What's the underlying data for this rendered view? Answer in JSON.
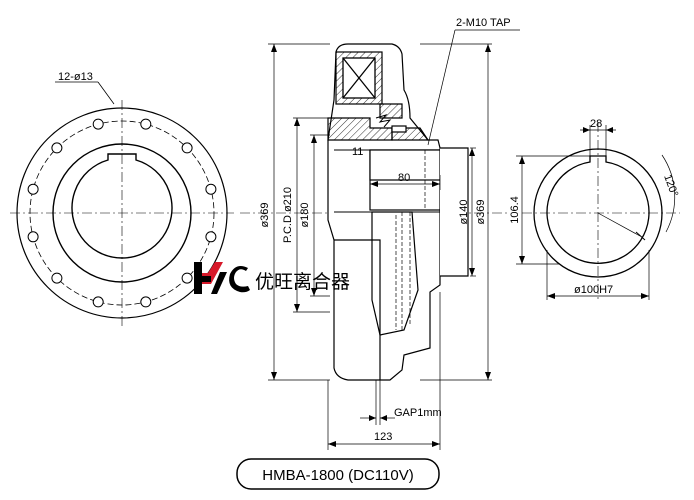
{
  "labels": {
    "holes": "12-ø13",
    "tap": "2-M10 TAP",
    "dim_11": "11",
    "dim_80": "80",
    "dia_369_left": "ø369",
    "pcd": "P.C.D ø210",
    "dia_180": "ø180",
    "dia_140": "ø140",
    "dia_369_right": "ø369",
    "gap": "GAP1mm",
    "dim_123": "123",
    "key_28": "28",
    "angle_120": "120°",
    "dim_106": "106.4",
    "bore": "ø100H7"
  },
  "logo": {
    "text": "优旺离合器",
    "mark": "HC-logo"
  },
  "model": "HMBA-1800 (DC110V)",
  "colors": {
    "logo_red": "#d7192a",
    "line": "#000000",
    "hatch_fill": "#cccccc"
  }
}
